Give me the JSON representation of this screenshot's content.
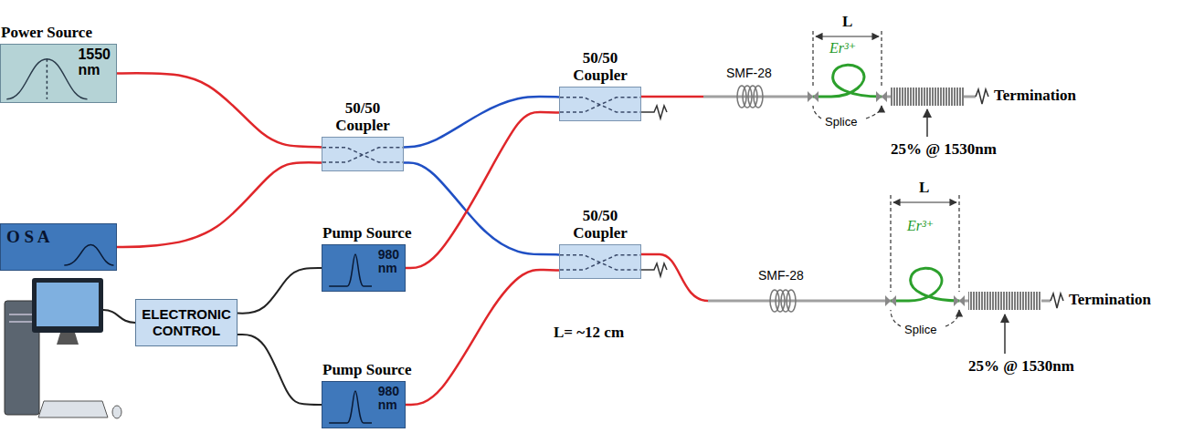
{
  "diagram": {
    "nodes": [
      {
        "text": [
          "Power Source",
          "1550 nm"
        ]
      },
      {
        "text": [
          "O S A"
        ]
      },
      {
        "text": [
          "50/50 Coupler"
        ]
      },
      {
        "text": [
          "50/50 Coupler"
        ]
      },
      {
        "text": [
          "50/50 Coupler"
        ]
      },
      {
        "text": [
          "Pump Source",
          "980 nm"
        ]
      },
      {
        "text": [
          "Pump Source",
          "980 nm"
        ]
      },
      {
        "text": [
          "ELECTRONIC CONTROL"
        ]
      }
    ],
    "edges": [
      {
        "from": 0,
        "to": 2,
        "arrow": "none"
      },
      {
        "from": 1,
        "to": 2,
        "arrow": "none"
      },
      {
        "from": 2,
        "to": 3,
        "arrow": "none"
      },
      {
        "from": 2,
        "to": 4,
        "arrow": "none"
      },
      {
        "from": 5,
        "to": 3,
        "arrow": "none"
      },
      {
        "from": 6,
        "to": 4,
        "arrow": "none"
      },
      {
        "from": 7,
        "to": 5,
        "arrow": "none"
      },
      {
        "from": 7,
        "to": 6,
        "arrow": "none"
      }
    ],
    "labels": [
      "SMF-28",
      "L",
      "Er³⁺",
      "Splice",
      "Termination",
      "25% @ 1530nm",
      "L= ~12 cm",
      "SMF-28",
      "L",
      "Er³⁺",
      "Splice",
      "Termination",
      "25% @ 1530nm"
    ]
  }
}
